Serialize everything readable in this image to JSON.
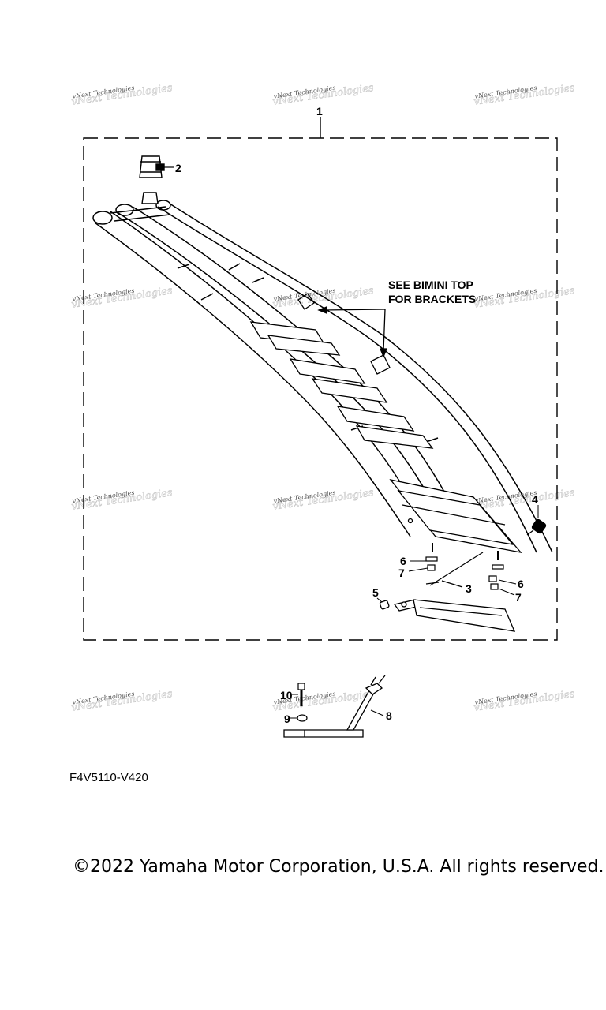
{
  "watermark_text": "vNext Technologies",
  "assembly_callout": "1",
  "callouts": [
    {
      "id": "c2",
      "label": "2"
    },
    {
      "id": "c3",
      "label": "3"
    },
    {
      "id": "c4",
      "label": "4"
    },
    {
      "id": "c5",
      "label": "5"
    },
    {
      "id": "c6a",
      "label": "6"
    },
    {
      "id": "c6b",
      "label": "6"
    },
    {
      "id": "c7a",
      "label": "7"
    },
    {
      "id": "c7b",
      "label": "7"
    },
    {
      "id": "c8",
      "label": "8"
    },
    {
      "id": "c9",
      "label": "9"
    },
    {
      "id": "c10",
      "label": "10"
    }
  ],
  "note": {
    "line1": "SEE BIMINI TOP",
    "line2": "FOR BRACKETS"
  },
  "diagram_code": "F4V5110-V420",
  "copyright": "©2022 Yamaha Motor Corporation, U.S.A. All rights reserved."
}
